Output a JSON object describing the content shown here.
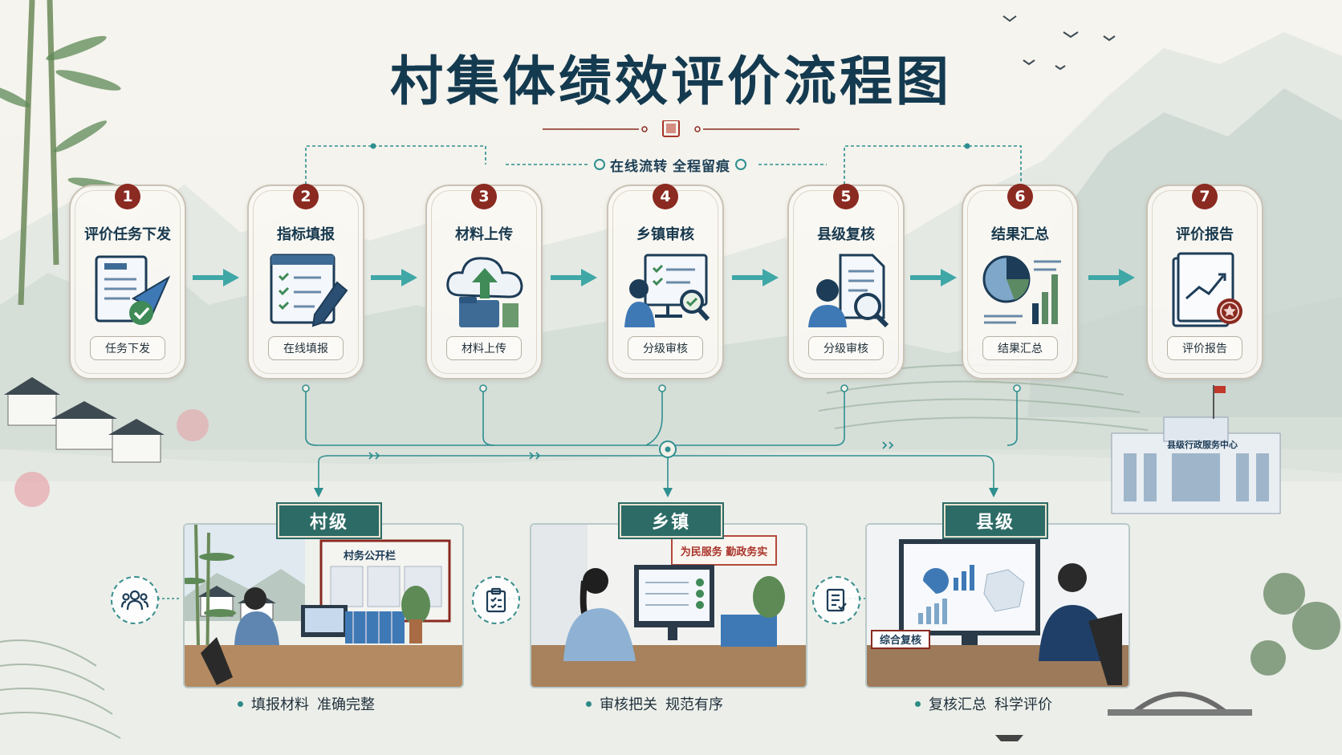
{
  "title": "村集体绩效评价流程图",
  "tagline": [
    "在线流转",
    "全程留痕"
  ],
  "steps": [
    {
      "num": "1",
      "title": "评价任务下发",
      "sub": "任务下发",
      "icon": "task-dispatch-icon"
    },
    {
      "num": "2",
      "title": "指标填报",
      "sub": "在线填报",
      "icon": "form-fill-icon"
    },
    {
      "num": "3",
      "title": "材料上传",
      "sub": "材料上传",
      "icon": "cloud-upload-icon"
    },
    {
      "num": "4",
      "title": "乡镇审核",
      "sub": "分级审核",
      "icon": "reviewer-monitor-icon"
    },
    {
      "num": "5",
      "title": "县级复核",
      "sub": "分级审核",
      "icon": "review-search-icon"
    },
    {
      "num": "6",
      "title": "结果汇总",
      "sub": "结果汇总",
      "icon": "pie-bar-chart-icon"
    },
    {
      "num": "7",
      "title": "评价报告",
      "sub": "评价报告",
      "icon": "report-certificate-icon"
    }
  ],
  "levels": [
    {
      "label": "村级",
      "caption": [
        "填报材料",
        "准确完整"
      ],
      "board": "村务公开栏",
      "side_icon": "people-group-icon"
    },
    {
      "label": "乡镇",
      "caption": [
        "审核把关",
        "规范有序"
      ],
      "board": "为民服务  勤政务实",
      "side_icon": "clipboard-check-icon"
    },
    {
      "label": "县级",
      "caption": [
        "复核汇总",
        "科学评价"
      ],
      "board": "综合复核",
      "side_icon": "checklist-icon"
    }
  ],
  "building_sign": "县级行政服务中心",
  "colors": {
    "title": "#143a50",
    "accent": "#2e8f90",
    "badge": "#8a2a20",
    "label": "#2d6b66"
  }
}
